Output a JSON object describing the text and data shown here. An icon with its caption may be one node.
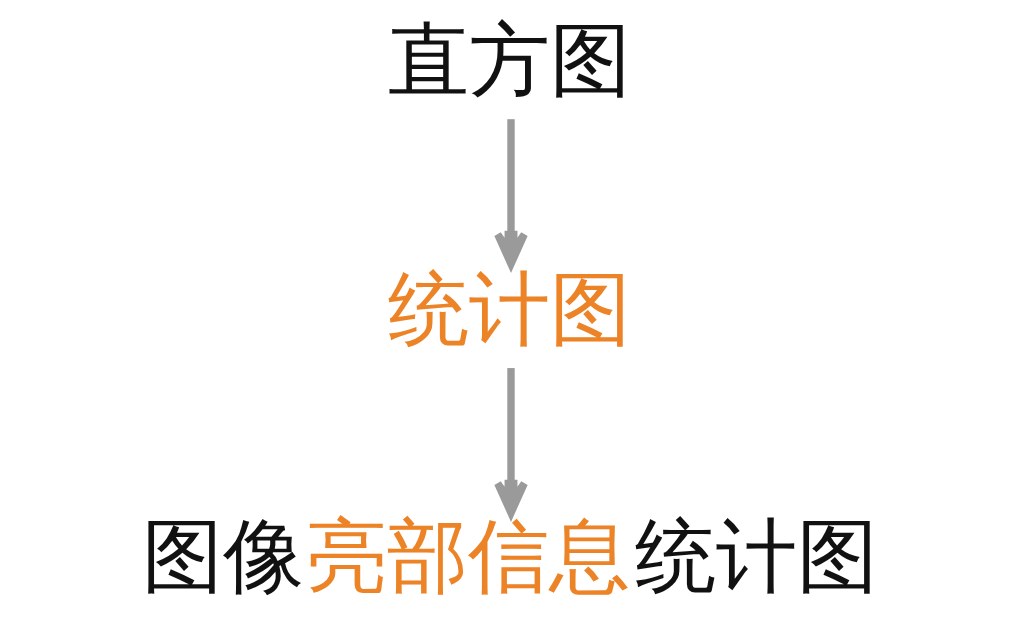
{
  "diagram": {
    "nodes": [
      {
        "text": [
          "直方图"
        ]
      },
      {
        "text": [
          "统计图"
        ]
      },
      {
        "text": [
          "图像亮部信息统计图"
        ]
      }
    ],
    "edges": [
      {
        "from": 0,
        "to": 1,
        "arrow": "to"
      },
      {
        "from": 1,
        "to": 2,
        "arrow": "to"
      }
    ]
  }
}
